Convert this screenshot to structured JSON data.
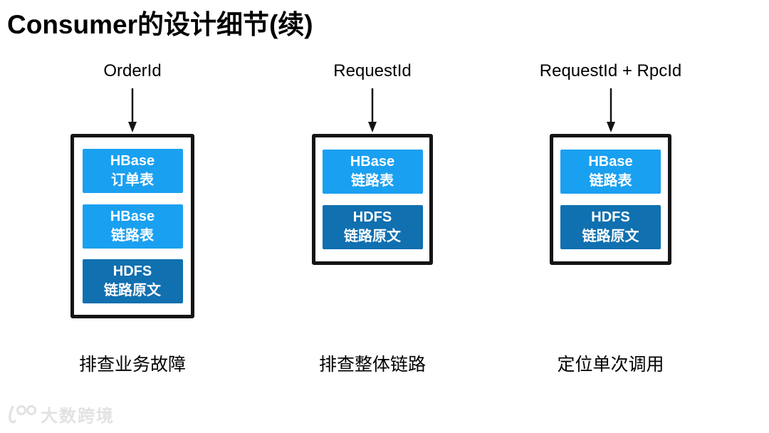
{
  "title": "Consumer的设计细节(续)",
  "colors": {
    "light_blue": "#1AA0F0",
    "dark_blue": "#1070B0",
    "border_black": "#141414",
    "watermark_gray": "#e2e2e2"
  },
  "columns": [
    {
      "label": "OrderId",
      "caption": "排查业务故障",
      "boxes": [
        {
          "line1": "HBase",
          "line2": "订单表",
          "tone": "light"
        },
        {
          "line1": "HBase",
          "line2": "链路表",
          "tone": "light"
        },
        {
          "line1": "HDFS",
          "line2": "链路原文",
          "tone": "dark"
        }
      ]
    },
    {
      "label": "RequestId",
      "caption": "排查整体链路",
      "boxes": [
        {
          "line1": "HBase",
          "line2": "链路表",
          "tone": "light"
        },
        {
          "line1": "HDFS",
          "line2": "链路原文",
          "tone": "dark"
        }
      ]
    },
    {
      "label": "RequestId + RpcId",
      "caption": "定位单次调用",
      "boxes": [
        {
          "line1": "HBase",
          "line2": "链路表",
          "tone": "light"
        },
        {
          "line1": "HDFS",
          "line2": "链路原文",
          "tone": "dark"
        }
      ]
    }
  ],
  "watermark": {
    "logo": "100-logo",
    "text": "大数跨境"
  }
}
